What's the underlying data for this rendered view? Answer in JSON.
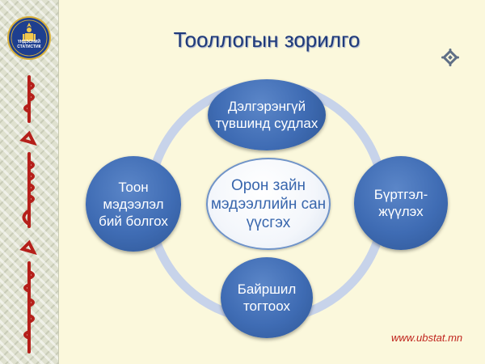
{
  "slide": {
    "title": "Тооллогын зорилго",
    "footer_url": "www.ubstat.mn"
  },
  "logo": {
    "text_line1": "ҮНДЭСНИЙ",
    "text_line2": "СТАТИСТИК"
  },
  "diagram": {
    "center": "Орон зайн мэдээллийн сан үүсгэх",
    "nodes": {
      "top": "Дэлгэрэнгүй түвшинд судлах",
      "right": "Бүртгэл-жүүлэх",
      "bottom": "Байршил тогтоох",
      "left": "Тоон мэдээлэл бий болгох"
    }
  },
  "colors": {
    "node_blue": "#3f6cb4",
    "ring": "#c7d3ea",
    "title": "#1f3a7a",
    "url": "#c0241d",
    "background": "#fbf8dc"
  }
}
